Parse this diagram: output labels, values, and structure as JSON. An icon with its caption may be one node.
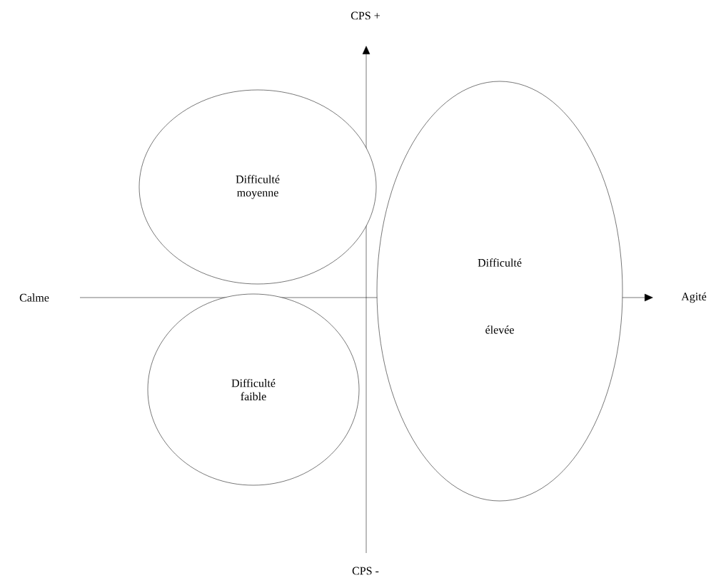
{
  "diagram": {
    "nodes": [
      {
        "text": [
          "Difficulté moyenne"
        ]
      },
      {
        "text": [
          "Difficulté",
          "élevée"
        ]
      },
      {
        "text": [
          "Difficulté faible"
        ]
      }
    ],
    "labels": [
      "CPS +",
      "Calme",
      "Agité",
      "CPS -"
    ]
  }
}
